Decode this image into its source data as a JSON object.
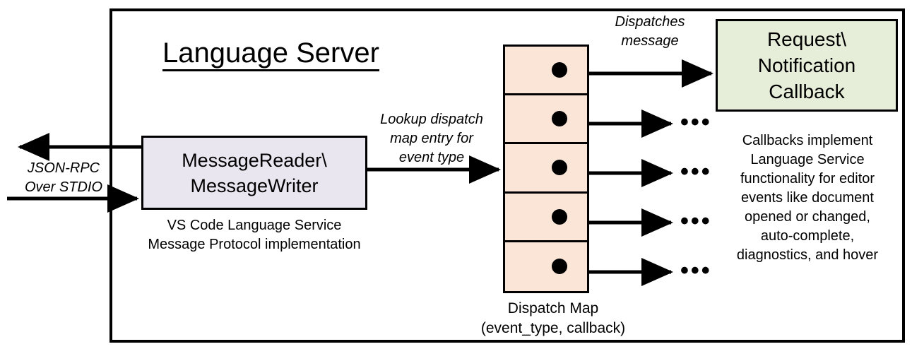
{
  "diagram": {
    "title": "Language Server",
    "frame_name": "language-server-boundary"
  },
  "nodes": {
    "message_reader": {
      "label_line1": "MessageReader\\",
      "label_line2": "MessageWriter",
      "fill": "#EAE6F0",
      "caption_line1": "VS Code Language Service",
      "caption_line2": "Message Protocol implementation"
    },
    "dispatch_map": {
      "fill": "#FAE5D7",
      "row_count": 5,
      "caption_line1": "Dispatch Map",
      "caption_line2": "(event_type, callback)"
    },
    "callback": {
      "label_line1": "Request\\",
      "label_line2": "Notification",
      "label_line3": "Callback",
      "fill": "#E6EDD8",
      "description_line1": "Callbacks implement",
      "description_line2": "Language Service",
      "description_line3": "functionality for editor",
      "description_line4": "events like document",
      "description_line5": "opened or changed,",
      "description_line6": "auto-complete,",
      "description_line7": "diagnostics, and hover"
    }
  },
  "edges": {
    "jsonrpc": {
      "label_line1": "JSON-RPC",
      "label_line2": "Over STDIO"
    },
    "lookup": {
      "label_line1": "Lookup dispatch",
      "label_line2": "map entry for",
      "label_line3": "event type"
    },
    "dispatches": {
      "label_line1": "Dispatches",
      "label_line2": "message"
    },
    "ellipsis": "•••"
  }
}
